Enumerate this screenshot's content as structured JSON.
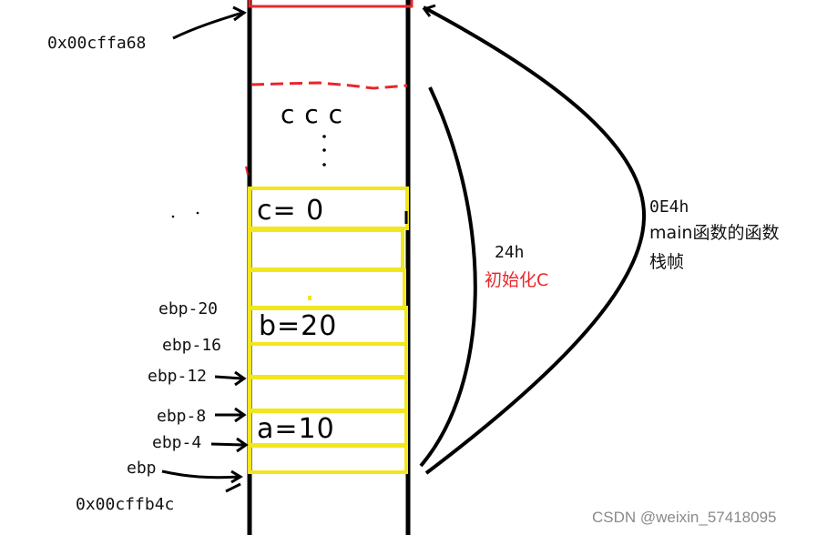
{
  "addresses": {
    "top": "0x00cffa68",
    "bottom": "0x00cffb4c"
  },
  "stack_labels": [
    "ebp-20",
    "ebp-16",
    "ebp-12",
    "ebp-8",
    "ebp-4",
    "ebp"
  ],
  "cells": {
    "c": "c= 0",
    "b": "b=20",
    "a": "a=10",
    "repeat": "c c c"
  },
  "brace_inner": {
    "size": "24h",
    "desc": "初始化C"
  },
  "brace_outer": {
    "size": "0E4h",
    "desc_line1": "main函数的函数",
    "desc_line2": "栈帧"
  },
  "watermark": "CSDN @weixin_57418095",
  "colors": {
    "stack_wall": "#000000",
    "red_frame": "#e8262b",
    "yellow_cell": "#f2e61c",
    "init_text": "#e8262b"
  }
}
